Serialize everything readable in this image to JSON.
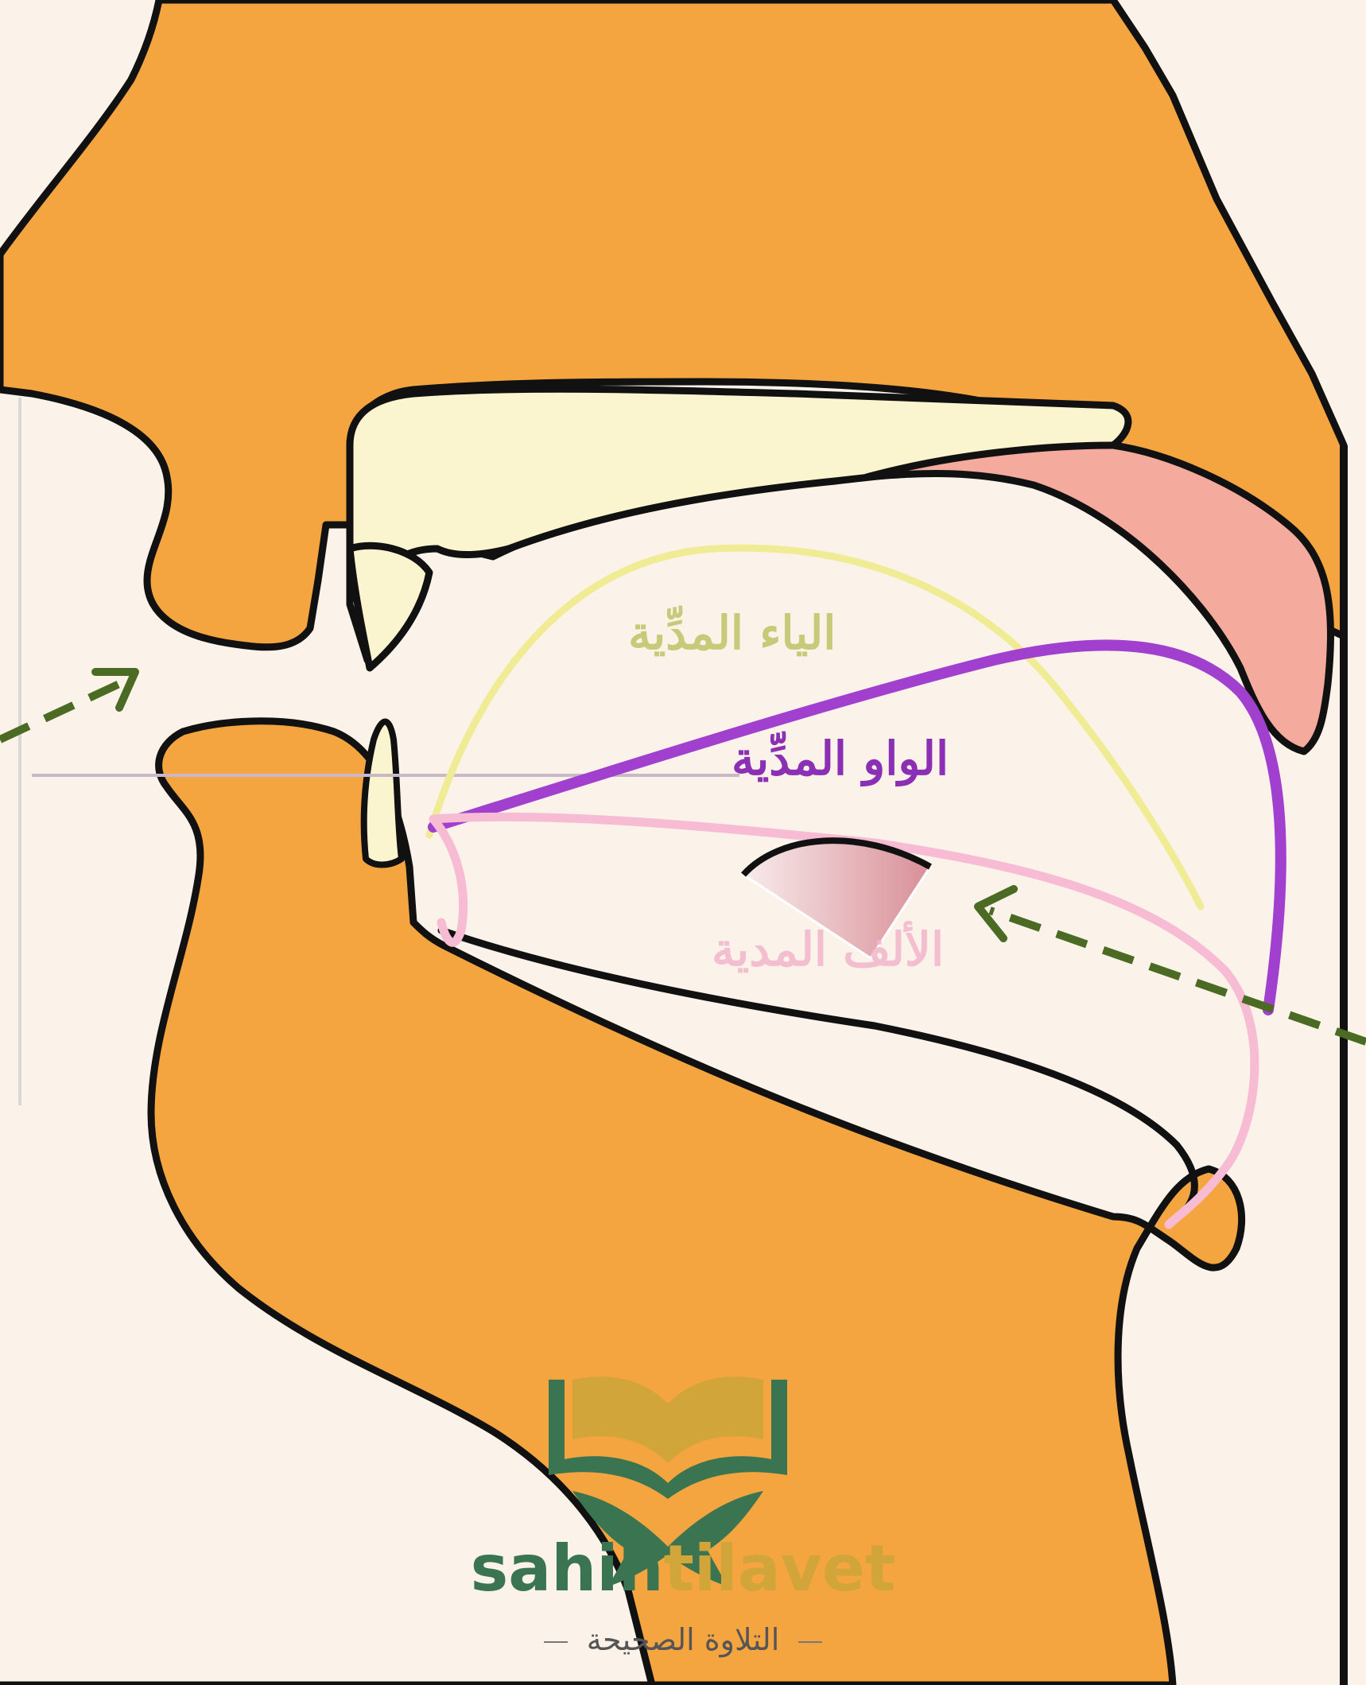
{
  "labels": {
    "ya": "الياء المدِّية",
    "waw": "الواو المدِّية",
    "alif": "الألف المدية"
  },
  "brand": {
    "name_part1": "sahih",
    "name_part2": "tilavet",
    "tagline": "التلاوة الصحيحة"
  },
  "colors": {
    "background": "#fbf3ea",
    "tissue": "#f5a540",
    "outline": "#111111",
    "teeth": "#fbf5cf",
    "velum": "#f4ab9e",
    "ya_curve": "#f0ec95",
    "waw_curve": "#a13fcf",
    "alif_curve": "#f7bcd3",
    "ya_text": "#c9c97a",
    "waw_text": "#8b2fb5",
    "alif_text": "#f2b7cc",
    "arrow": "#4b6b24",
    "brand_green": "#3a7450",
    "brand_gold": "#d2a53a"
  },
  "icons": [
    "open-book-icon",
    "book-stand-icon",
    "dashed-arrow-icon"
  ]
}
